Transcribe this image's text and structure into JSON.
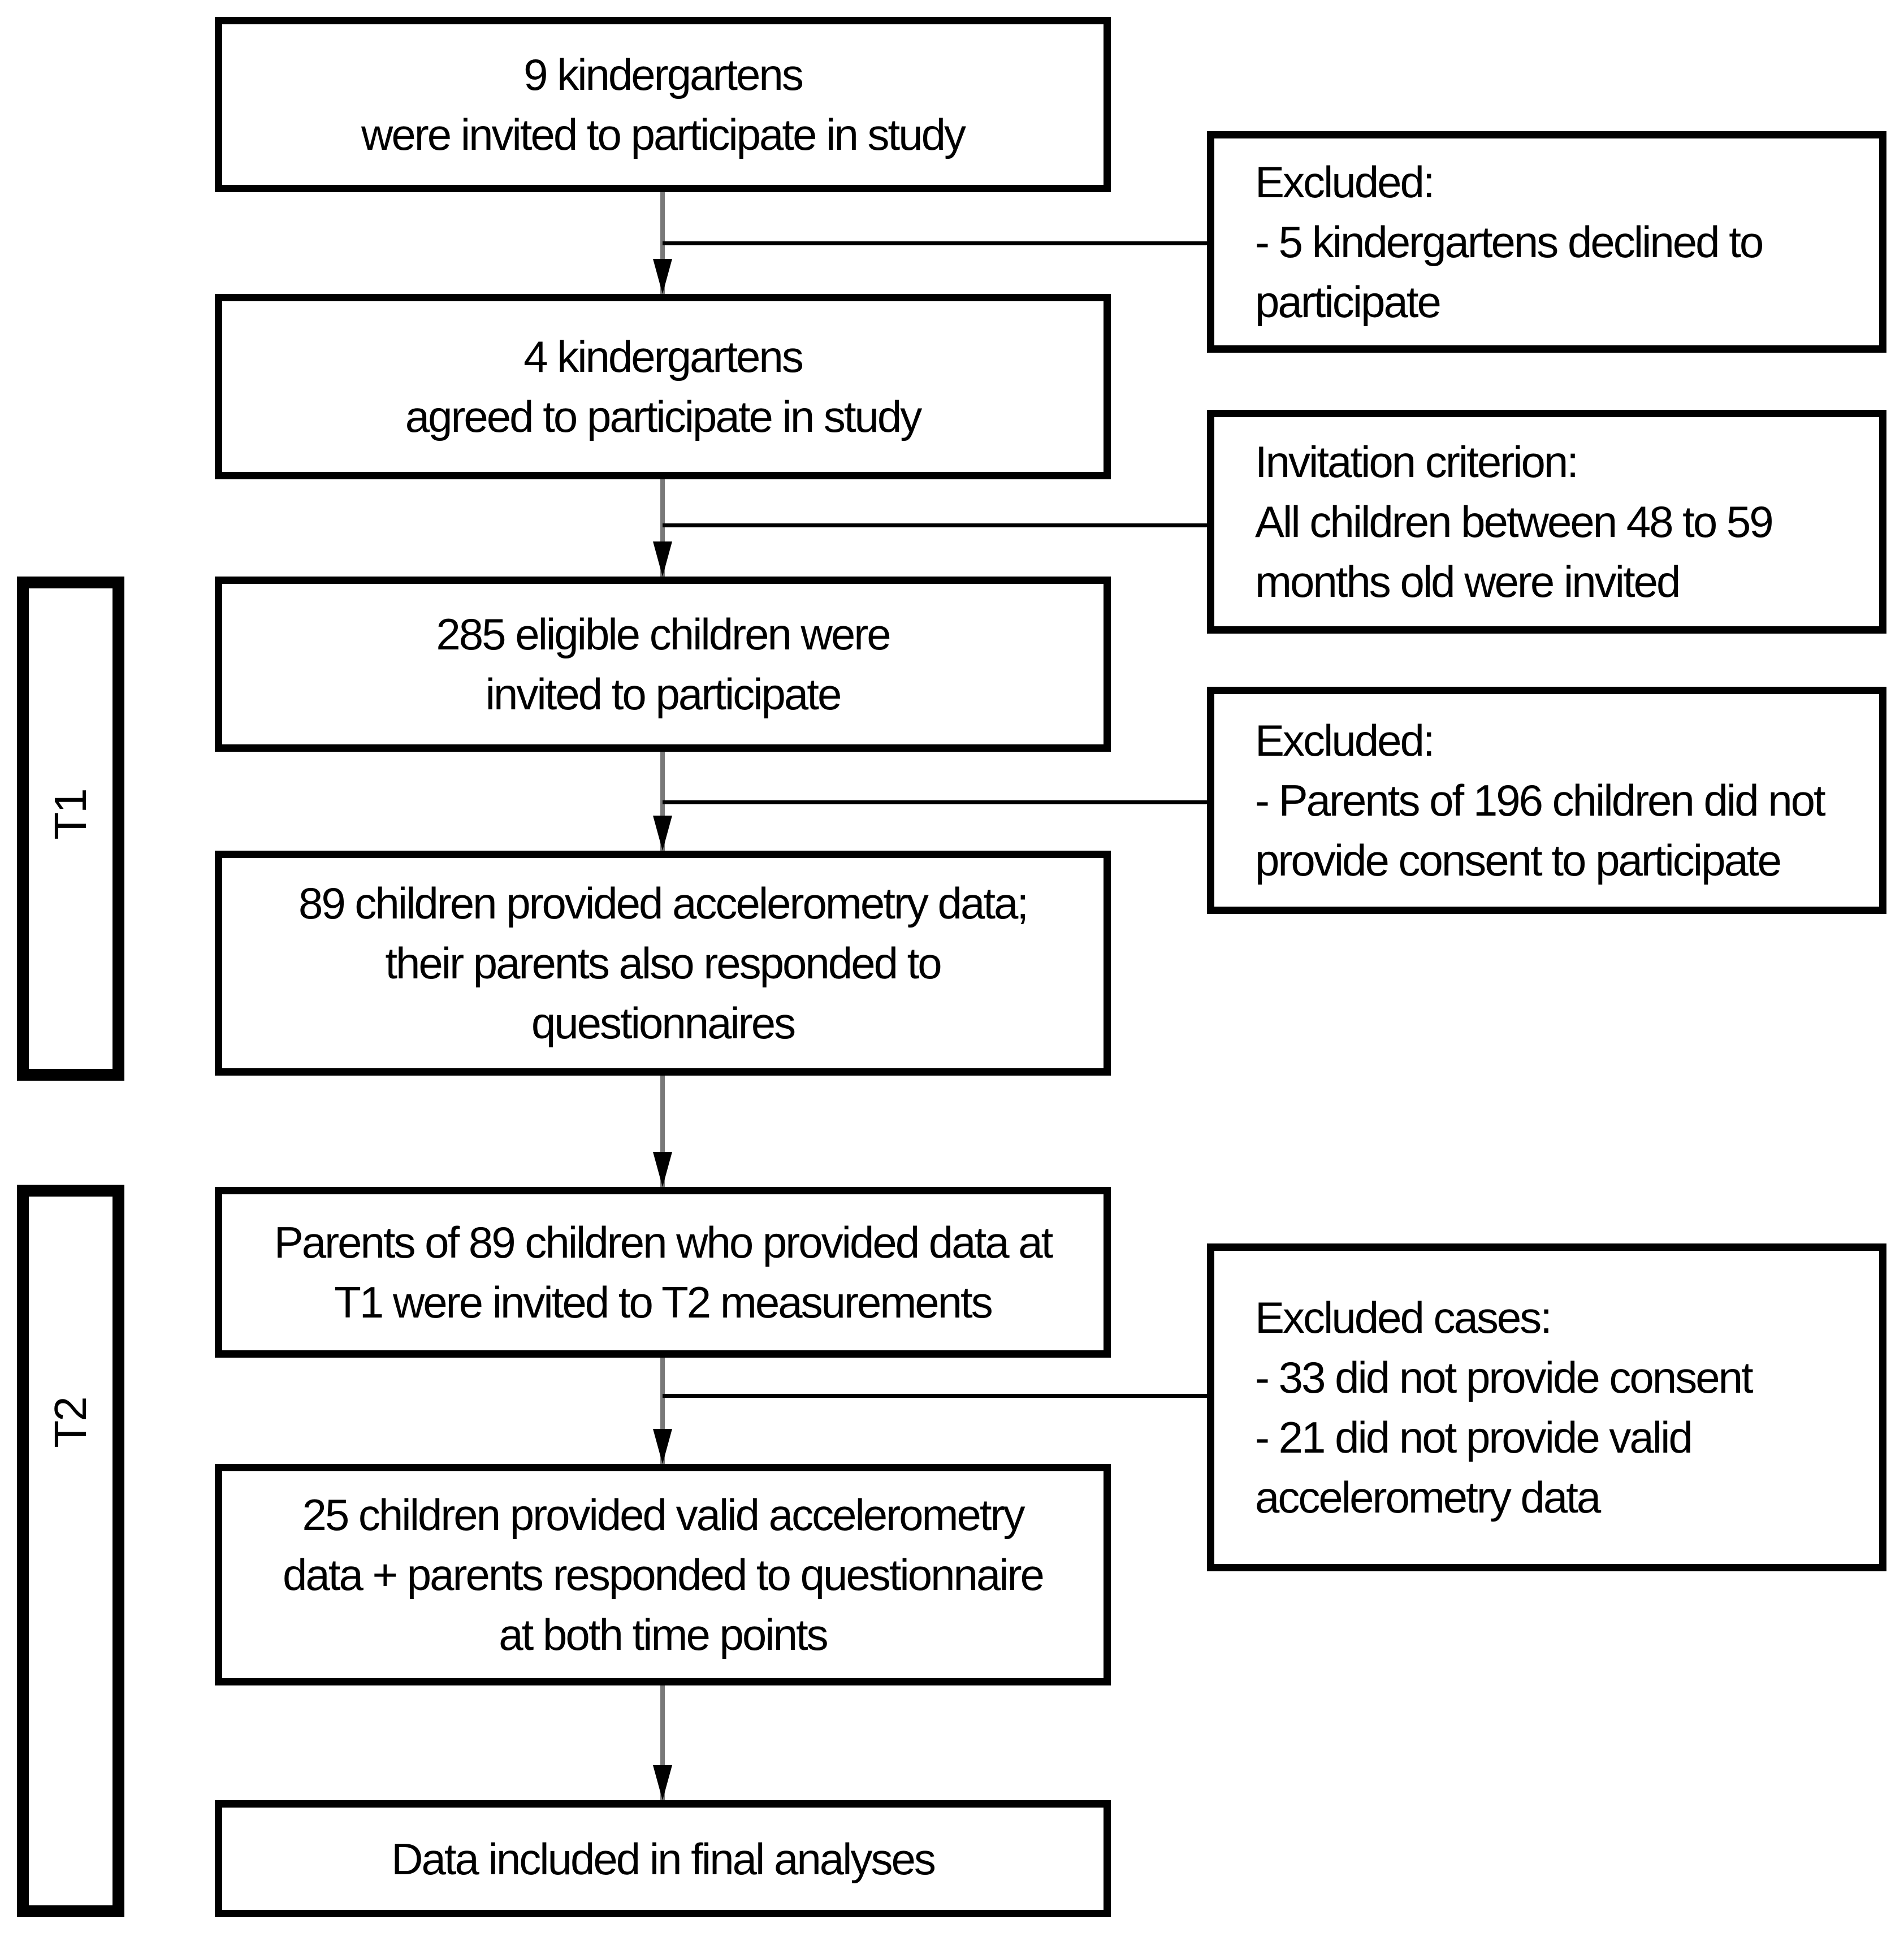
{
  "diagram": {
    "main_boxes": [
      {
        "text": "9 kindergartens\nwere invited to participate in study"
      },
      {
        "text": "4 kindergartens\nagreed to participate in study"
      },
      {
        "text": "285 eligible children were\ninvited to participate"
      },
      {
        "text": "89 children provided accelerometry data;\ntheir parents also responded to\nquestionnaires"
      },
      {
        "text": "Parents of 89 children who provided data at\nT1 were invited to T2 measurements"
      },
      {
        "text": "25 children provided valid accelerometry\ndata + parents responded to questionnaire\nat both time points"
      },
      {
        "text": "Data included in final analyses"
      }
    ],
    "side_boxes": [
      {
        "text": "Excluded:\n- 5 kindergartens declined to\nparticipate"
      },
      {
        "text": "Invitation criterion:\nAll children between 48 to 59\nmonths old were invited"
      },
      {
        "text": "Excluded:\n- Parents of 196 children did not\nprovide consent to participate"
      },
      {
        "text": "Excluded cases:\n- 33 did not provide consent\n- 21 did not provide valid\naccelerometry data"
      }
    ],
    "phase_labels": [
      {
        "label": "T1"
      },
      {
        "label": "T2"
      }
    ],
    "colors": {
      "border": "#000000",
      "arrow_line": "#797979",
      "text": "#000000",
      "background": "#ffffff"
    }
  }
}
